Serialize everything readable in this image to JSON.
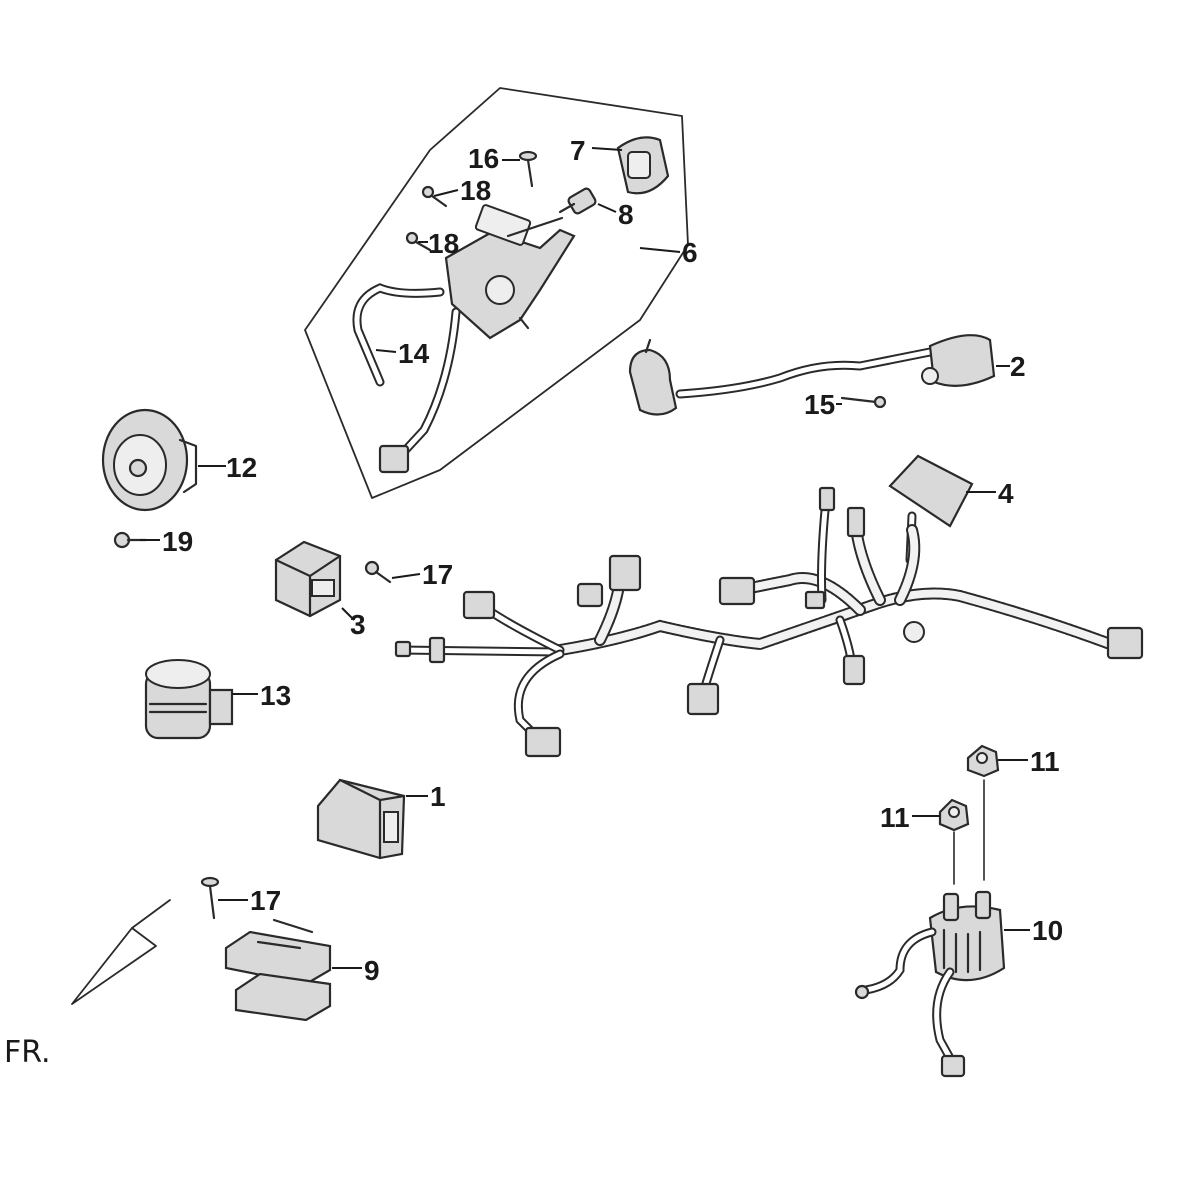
{
  "callouts": {
    "c1": "1",
    "c2": "2",
    "c3": "3",
    "c4": "4",
    "c6": "6",
    "c7": "7",
    "c8": "8",
    "c9": "9",
    "c10": "10",
    "c11a": "11",
    "c11b": "11",
    "c12": "12",
    "c13": "13",
    "c14": "14",
    "c15": "15",
    "c16": "16",
    "c17a": "17",
    "c17b": "17",
    "c18a": "18",
    "c18b": "18",
    "c19": "19"
  },
  "orientation_label": "FR.",
  "colors": {
    "line": "#2a2a2a",
    "fill": "#d9d9d9",
    "background": "#ffffff"
  }
}
